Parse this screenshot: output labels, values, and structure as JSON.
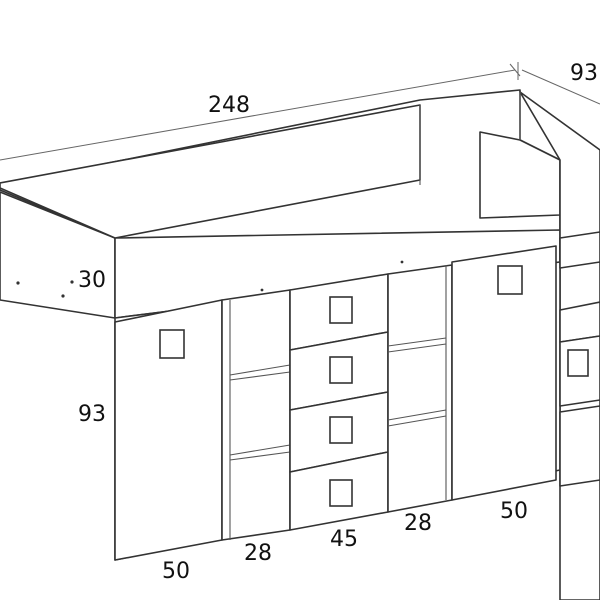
{
  "dimensions": {
    "width": "248",
    "depth": "93",
    "top_rail": "30",
    "height": "93",
    "left_door": "50",
    "left_shelf": "28",
    "drawers": "45",
    "right_shelf": "28",
    "right_door": "50"
  },
  "colors": {
    "line": "#333333",
    "text": "#111111",
    "background": "#ffffff"
  }
}
